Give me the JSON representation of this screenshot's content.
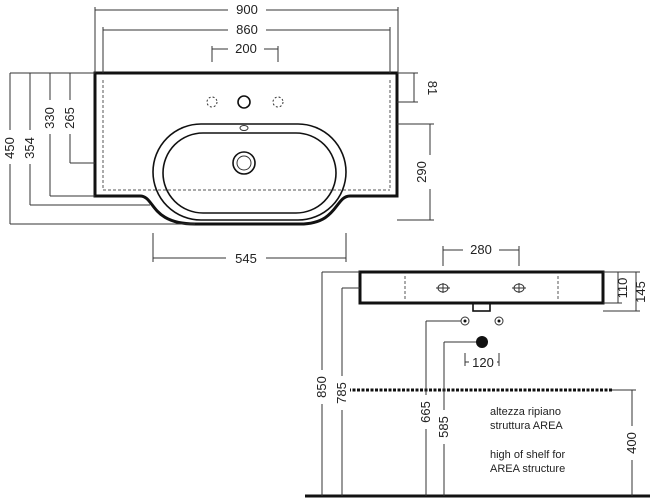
{
  "top_view": {
    "overall_width": "900",
    "shelf_width": "860",
    "tap_holes_spacing": "200",
    "depth_81": "81",
    "depth_450": "450",
    "depth_354": "354",
    "depth_330": "330",
    "depth_265": "265",
    "bowl_depth": "290",
    "bowl_width": "545"
  },
  "front_view": {
    "fixing_spacing": "280",
    "rim_height": "110",
    "total_height": "145",
    "drain_spacing": "120",
    "height_850": "850",
    "height_785": "785",
    "height_665": "665",
    "height_585": "585",
    "height_400": "400",
    "note_it_1": "altezza ripiano",
    "note_it_2": "struttura AREA",
    "note_en_1": "high of shelf for",
    "note_en_2": "AREA structure"
  }
}
